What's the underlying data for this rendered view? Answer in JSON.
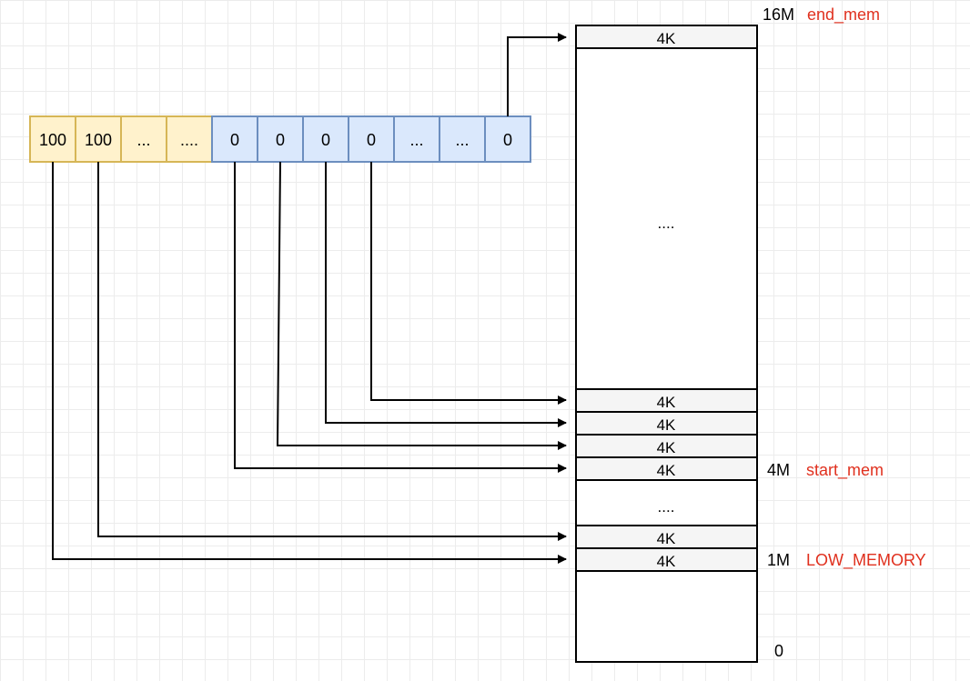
{
  "page_map": {
    "cells": [
      {
        "value": "100",
        "group": "used"
      },
      {
        "value": "100",
        "group": "used"
      },
      {
        "value": "...",
        "group": "used"
      },
      {
        "value": "....",
        "group": "used"
      },
      {
        "value": "0",
        "group": "free"
      },
      {
        "value": "0",
        "group": "free"
      },
      {
        "value": "0",
        "group": "free"
      },
      {
        "value": "0",
        "group": "free"
      },
      {
        "value": "...",
        "group": "free"
      },
      {
        "value": "...",
        "group": "free"
      },
      {
        "value": "0",
        "group": "free"
      }
    ]
  },
  "memory": {
    "top_page": "4K",
    "upper_ellipsis": "....",
    "pages_above_start": [
      "4K",
      "4K",
      "4K"
    ],
    "start_page": "4K",
    "lower_ellipsis": "....",
    "page_above_low": "4K",
    "low_page": "4K"
  },
  "marks": {
    "top": {
      "size": "16M",
      "symbol": "end_mem"
    },
    "start": {
      "size": "4M",
      "symbol": "start_mem"
    },
    "low": {
      "size": "1M",
      "symbol": "LOW_MEMORY"
    },
    "bottom": {
      "size": "0"
    }
  },
  "colors": {
    "used_fill": "#fff2cc",
    "used_stroke": "#d6b656",
    "free_fill": "#dae8fc",
    "free_stroke": "#6c8ebf",
    "page_fill": "#f5f5f5",
    "symbol_text": "#e0301e"
  }
}
